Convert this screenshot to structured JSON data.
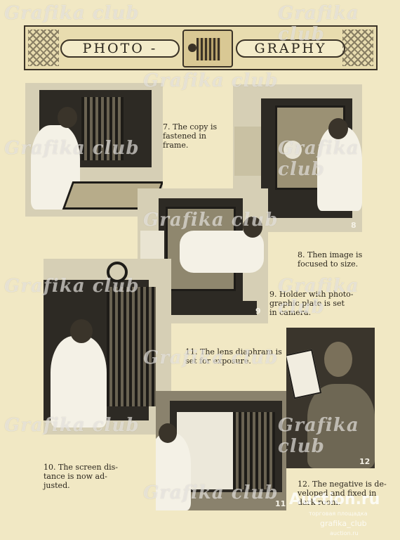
{
  "watermark": "Grafika club",
  "banner": {
    "left_word": "PHOTO -",
    "right_word": "GRAPHY"
  },
  "photo_numbers": [
    "7",
    "8",
    "9",
    "10",
    "11",
    "12"
  ],
  "captions": {
    "c7": "7. The copy is\nfastened in\nframe.",
    "c8": "8. Then image is\nfocused to size.",
    "c9": "9. Holder with photo-\ngraphic plate is set\nin camera.",
    "c11": "11. The lens diaphram is\nset for exposure.",
    "c10": "10. The screen dis-\ntance is now ad-\njusted.",
    "c12": "12. The negative is de-\nveloped and fixed in\ndark room."
  },
  "footer": {
    "brand": "Auction.ru",
    "sub1": "торговая площадка",
    "sub2": "grafika_club",
    "sub3": "auction.ru"
  }
}
